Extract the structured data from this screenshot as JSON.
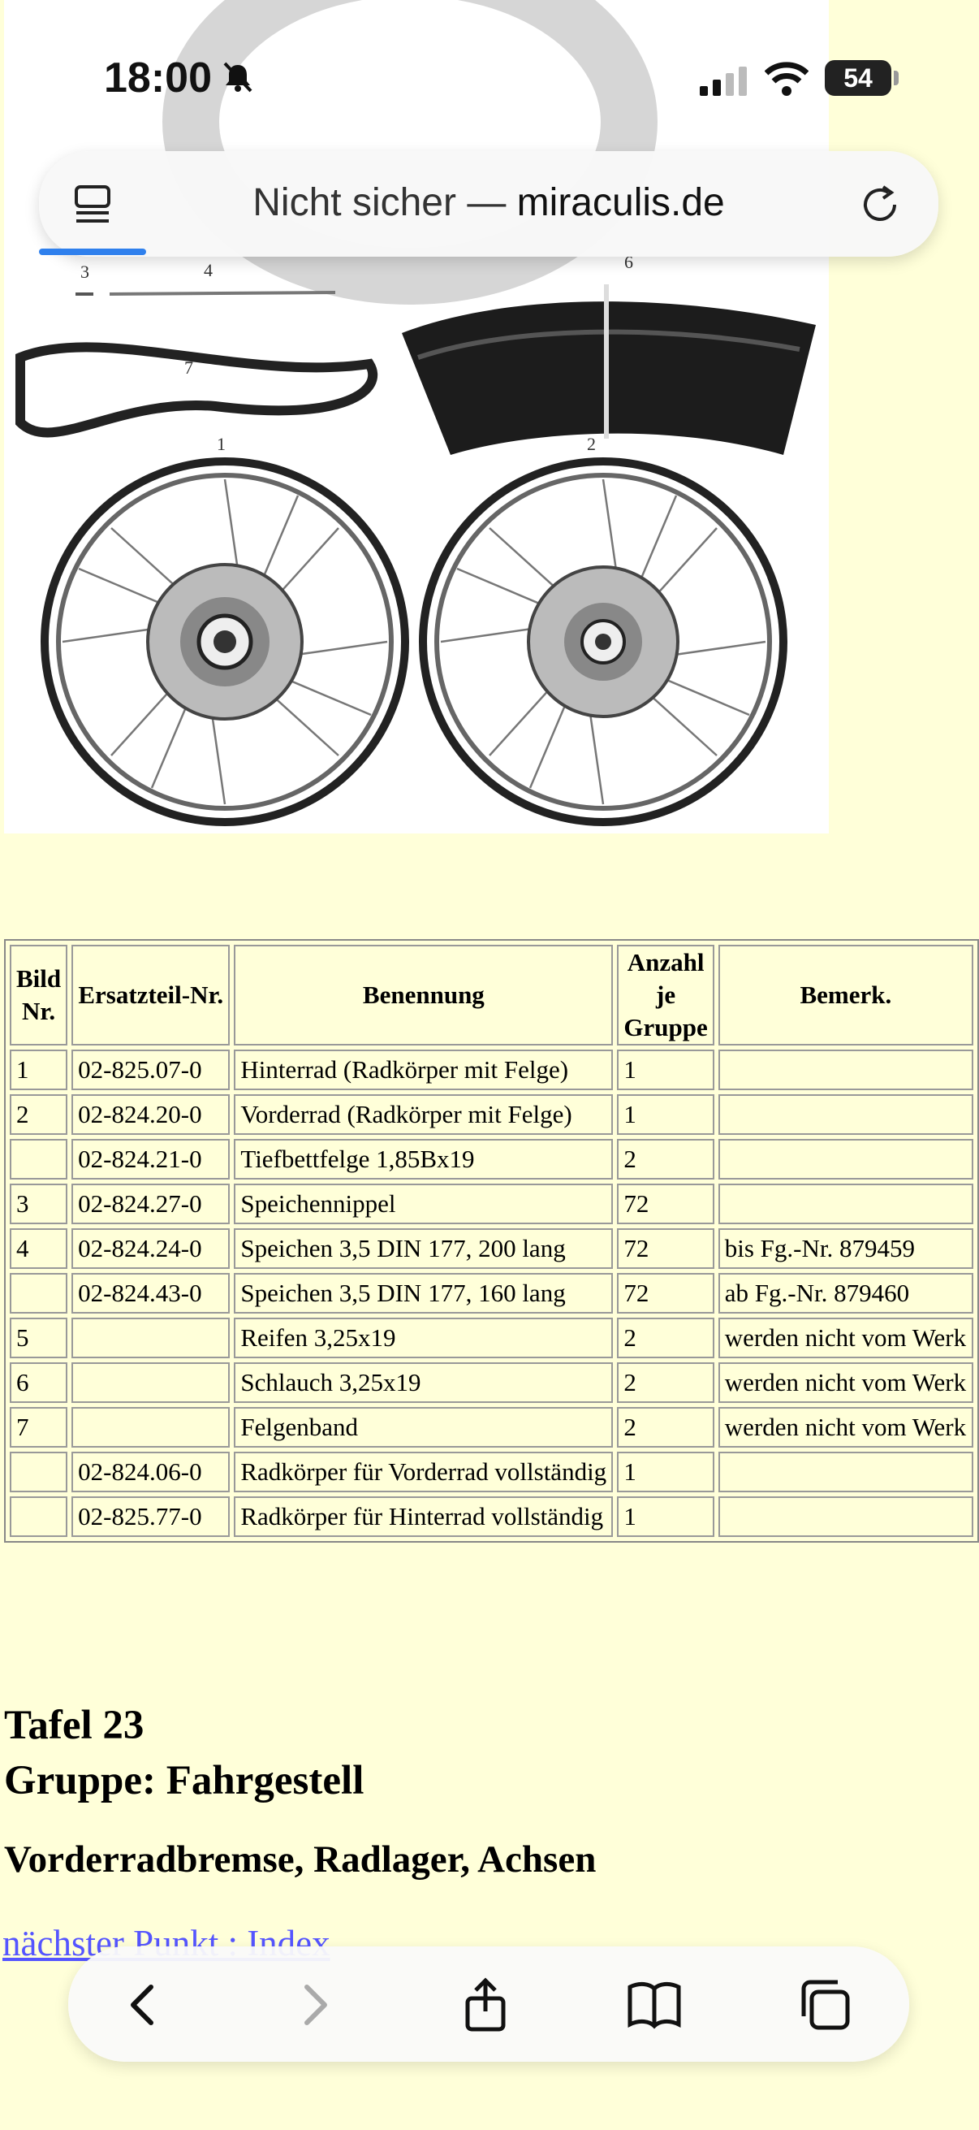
{
  "status": {
    "time": "18:00",
    "battery": "54"
  },
  "urlbar": {
    "security": "Nicht sicher —",
    "host": "miraculis.de"
  },
  "figure_labels": [
    "3",
    "4",
    "6",
    "7",
    "1",
    "2"
  ],
  "table": {
    "headers": [
      "Bild Nr.",
      "Ersatzteil-Nr.",
      "Benennung",
      "Anzahl je Gruppe",
      "Bemerk."
    ],
    "rows": [
      [
        "1",
        "02-825.07-0",
        "Hinterrad (Radkörper mit Felge)",
        "1",
        ""
      ],
      [
        "2",
        "02-824.20-0",
        "Vorderrad (Radkörper mit Felge)",
        "1",
        ""
      ],
      [
        "",
        "02-824.21-0",
        "Tiefbettfelge 1,85Bx19",
        "2",
        ""
      ],
      [
        "3",
        "02-824.27-0",
        "Speichennippel",
        "72",
        ""
      ],
      [
        "4",
        "02-824.24-0",
        "Speichen 3,5 DIN 177, 200 lang",
        "72",
        "bis Fg.-Nr. 879459"
      ],
      [
        "",
        "02-824.43-0",
        "Speichen 3,5 DIN 177, 160 lang",
        "72",
        "ab Fg.-Nr. 879460"
      ],
      [
        "5",
        "",
        "Reifen 3,25x19",
        "2",
        "werden nicht vom Werk"
      ],
      [
        "6",
        "",
        "Schlauch 3,25x19",
        "2",
        "werden nicht vom Werk"
      ],
      [
        "7",
        "",
        "Felgenband",
        "2",
        "werden nicht vom Werk"
      ],
      [
        "",
        "02-824.06-0",
        "Radkörper für Vorderrad vollständig",
        "1",
        ""
      ],
      [
        "",
        "02-825.77-0",
        "Radkörper für Hinterrad vollständig",
        "1",
        ""
      ]
    ]
  },
  "section": {
    "tafel": "Tafel 23",
    "gruppe": "Gruppe: Fahrgestell",
    "subtitle": "Vorderradbremse, Radlager, Achsen",
    "links": "nächster Punkt : Index"
  },
  "colors": {
    "page_bg": "#ffffd9",
    "link": "#5555ff",
    "progress": "#2f80ed"
  }
}
